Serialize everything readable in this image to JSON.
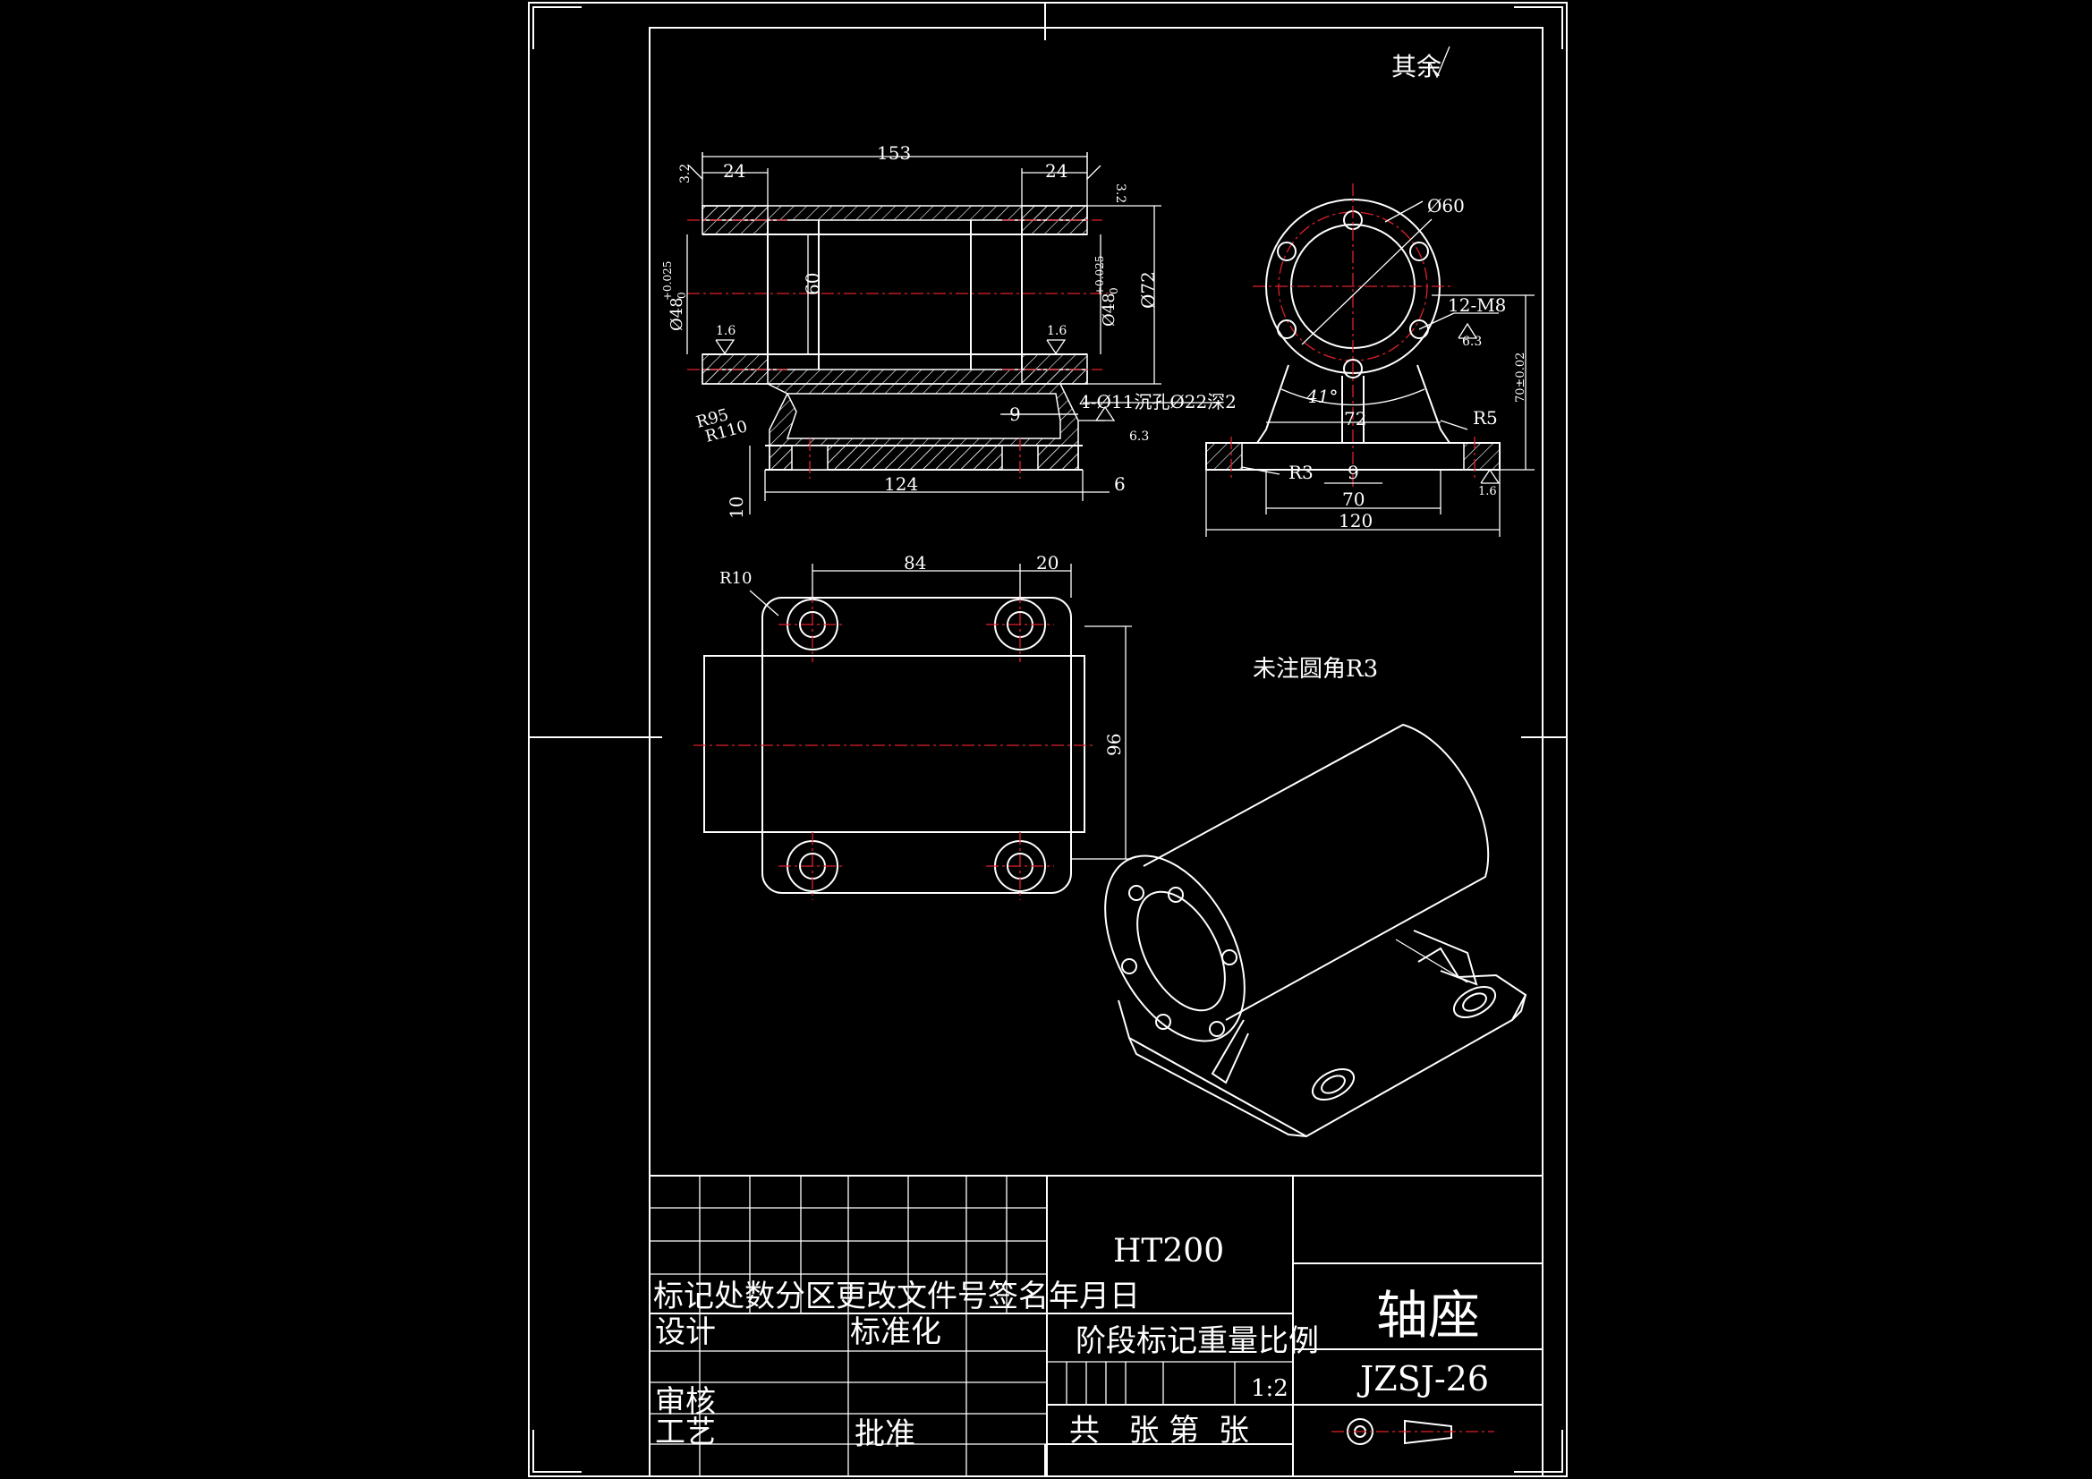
{
  "drawing": {
    "roughness_note": "其余",
    "fillet_note": "未注圆角R3"
  },
  "front_view": {
    "dims": {
      "top_length": "153",
      "left_counterbore": "24",
      "right_counterbore": "24",
      "roughness_left": "3.2",
      "roughness_right": "3.2",
      "bore_left": "Ø48",
      "bore_left_tol": "+0.025",
      "bore_left_low": "0",
      "bore_inner": "60",
      "bore_right": "Ø48",
      "bore_right_tol": "+0.025",
      "bore_right_low": "0",
      "outer_dia": "Ø72",
      "roughness_bore_l": "1.6",
      "roughness_bore_r": "1.6",
      "r95": "R95",
      "r110": "R110",
      "hole_spec": "4-Ø11沉孔Ø22深2",
      "roughness_hole": "6.3",
      "web": "9",
      "base_length": "124",
      "base_height": "10",
      "base_offset": "6"
    }
  },
  "side_view": {
    "dims": {
      "pcd": "Ø60",
      "thread": "12-M8",
      "roughness_thread": "6.3",
      "angle": "41°",
      "rib_span": "72",
      "fillet_r5": "R5",
      "fillet_r3": "R3",
      "rib_width": "9",
      "center_height": "70±0.02",
      "inner_length": "70",
      "total_length": "120",
      "roughness_base": "1.6"
    }
  },
  "top_view": {
    "dims": {
      "corner_radius": "R10",
      "hole_pitch": "84",
      "edge_offset": "20",
      "width": "96"
    }
  },
  "title_block": {
    "material": "HT200",
    "part_name": "轴座",
    "drawing_no": "JZSJ-26",
    "scale_value": "1:2",
    "header_row": "标记处数分区更改文件号签名年月日",
    "label_design": "设计",
    "label_standardize": "标准化",
    "label_review": "审核",
    "label_process": "工艺",
    "label_approve": "批准",
    "label_stage": "阶段标记重量比例",
    "sheet_row": "共   张 第  张"
  }
}
